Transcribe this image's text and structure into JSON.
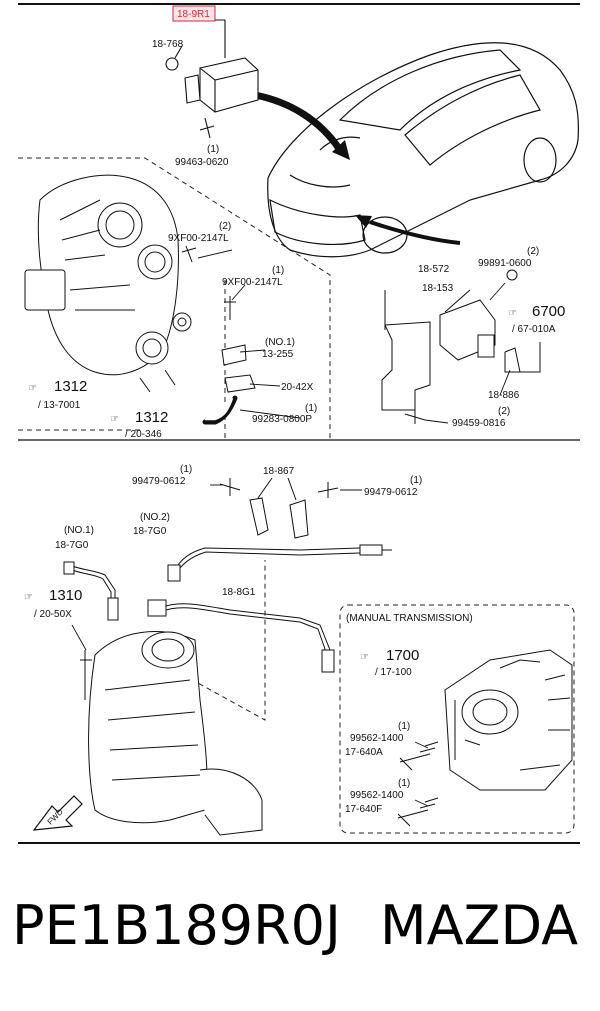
{
  "labels": {
    "highlight": "18-9R1",
    "l_768": "18-768",
    "l_99463": "99463-0620",
    "l_99463_q": "(1)",
    "l_9xf_a_q": "(2)",
    "l_9xf_a": "9XF00-2147L",
    "l_9xf_b_q": "(1)",
    "l_9xf_b": "9XF00-2147L",
    "l_no1_a": "(NO.1)",
    "l_13255": "13-255",
    "l_2042x": "20-42X",
    "l_99283_q": "(1)",
    "l_99283": "99283-0800P",
    "l_1312a": "1312",
    "l_13_7001": "/ 13-7001",
    "l_1312b": "1312",
    "l_20_346": "/ 20-346",
    "l_18572": "18-572",
    "l_99891_q": "(2)",
    "l_99891": "99891-0600",
    "l_18153": "18-153",
    "l_6700": "6700",
    "l_67_010a": "/ 67-010A",
    "l_18886": "18-886",
    "l_99459_q": "(2)",
    "l_99459": "99459-0816",
    "l_99479a_q": "(1)",
    "l_99479a": "99479-0612",
    "l_18867": "18-867",
    "l_99479b_q": "(1)",
    "l_99479b": "99479-0612",
    "l_no1_b": "(NO.1)",
    "l_187g0a": "18-7G0",
    "l_no2": "(NO.2)",
    "l_187g0b": "18-7G0",
    "l_1310": "1310",
    "l_20_50x": "/ 20-50X",
    "l_188g1": "18-8G1",
    "l_manual": "(MANUAL TRANSMISSION)",
    "l_1700": "1700",
    "l_17_100": "/ 17-100",
    "l_99562a_q": "(1)",
    "l_99562a": "99562-1400",
    "l_17640a": "17-640A",
    "l_99562b_q": "(1)",
    "l_99562b": "99562-1400",
    "l_17640f": "17-640F",
    "fwd": "FWD"
  },
  "caption": {
    "part_number": "PE1B189R0J",
    "brand": "MAZDA"
  },
  "colors": {
    "highlight": "#d8263a",
    "ink": "#111111"
  }
}
